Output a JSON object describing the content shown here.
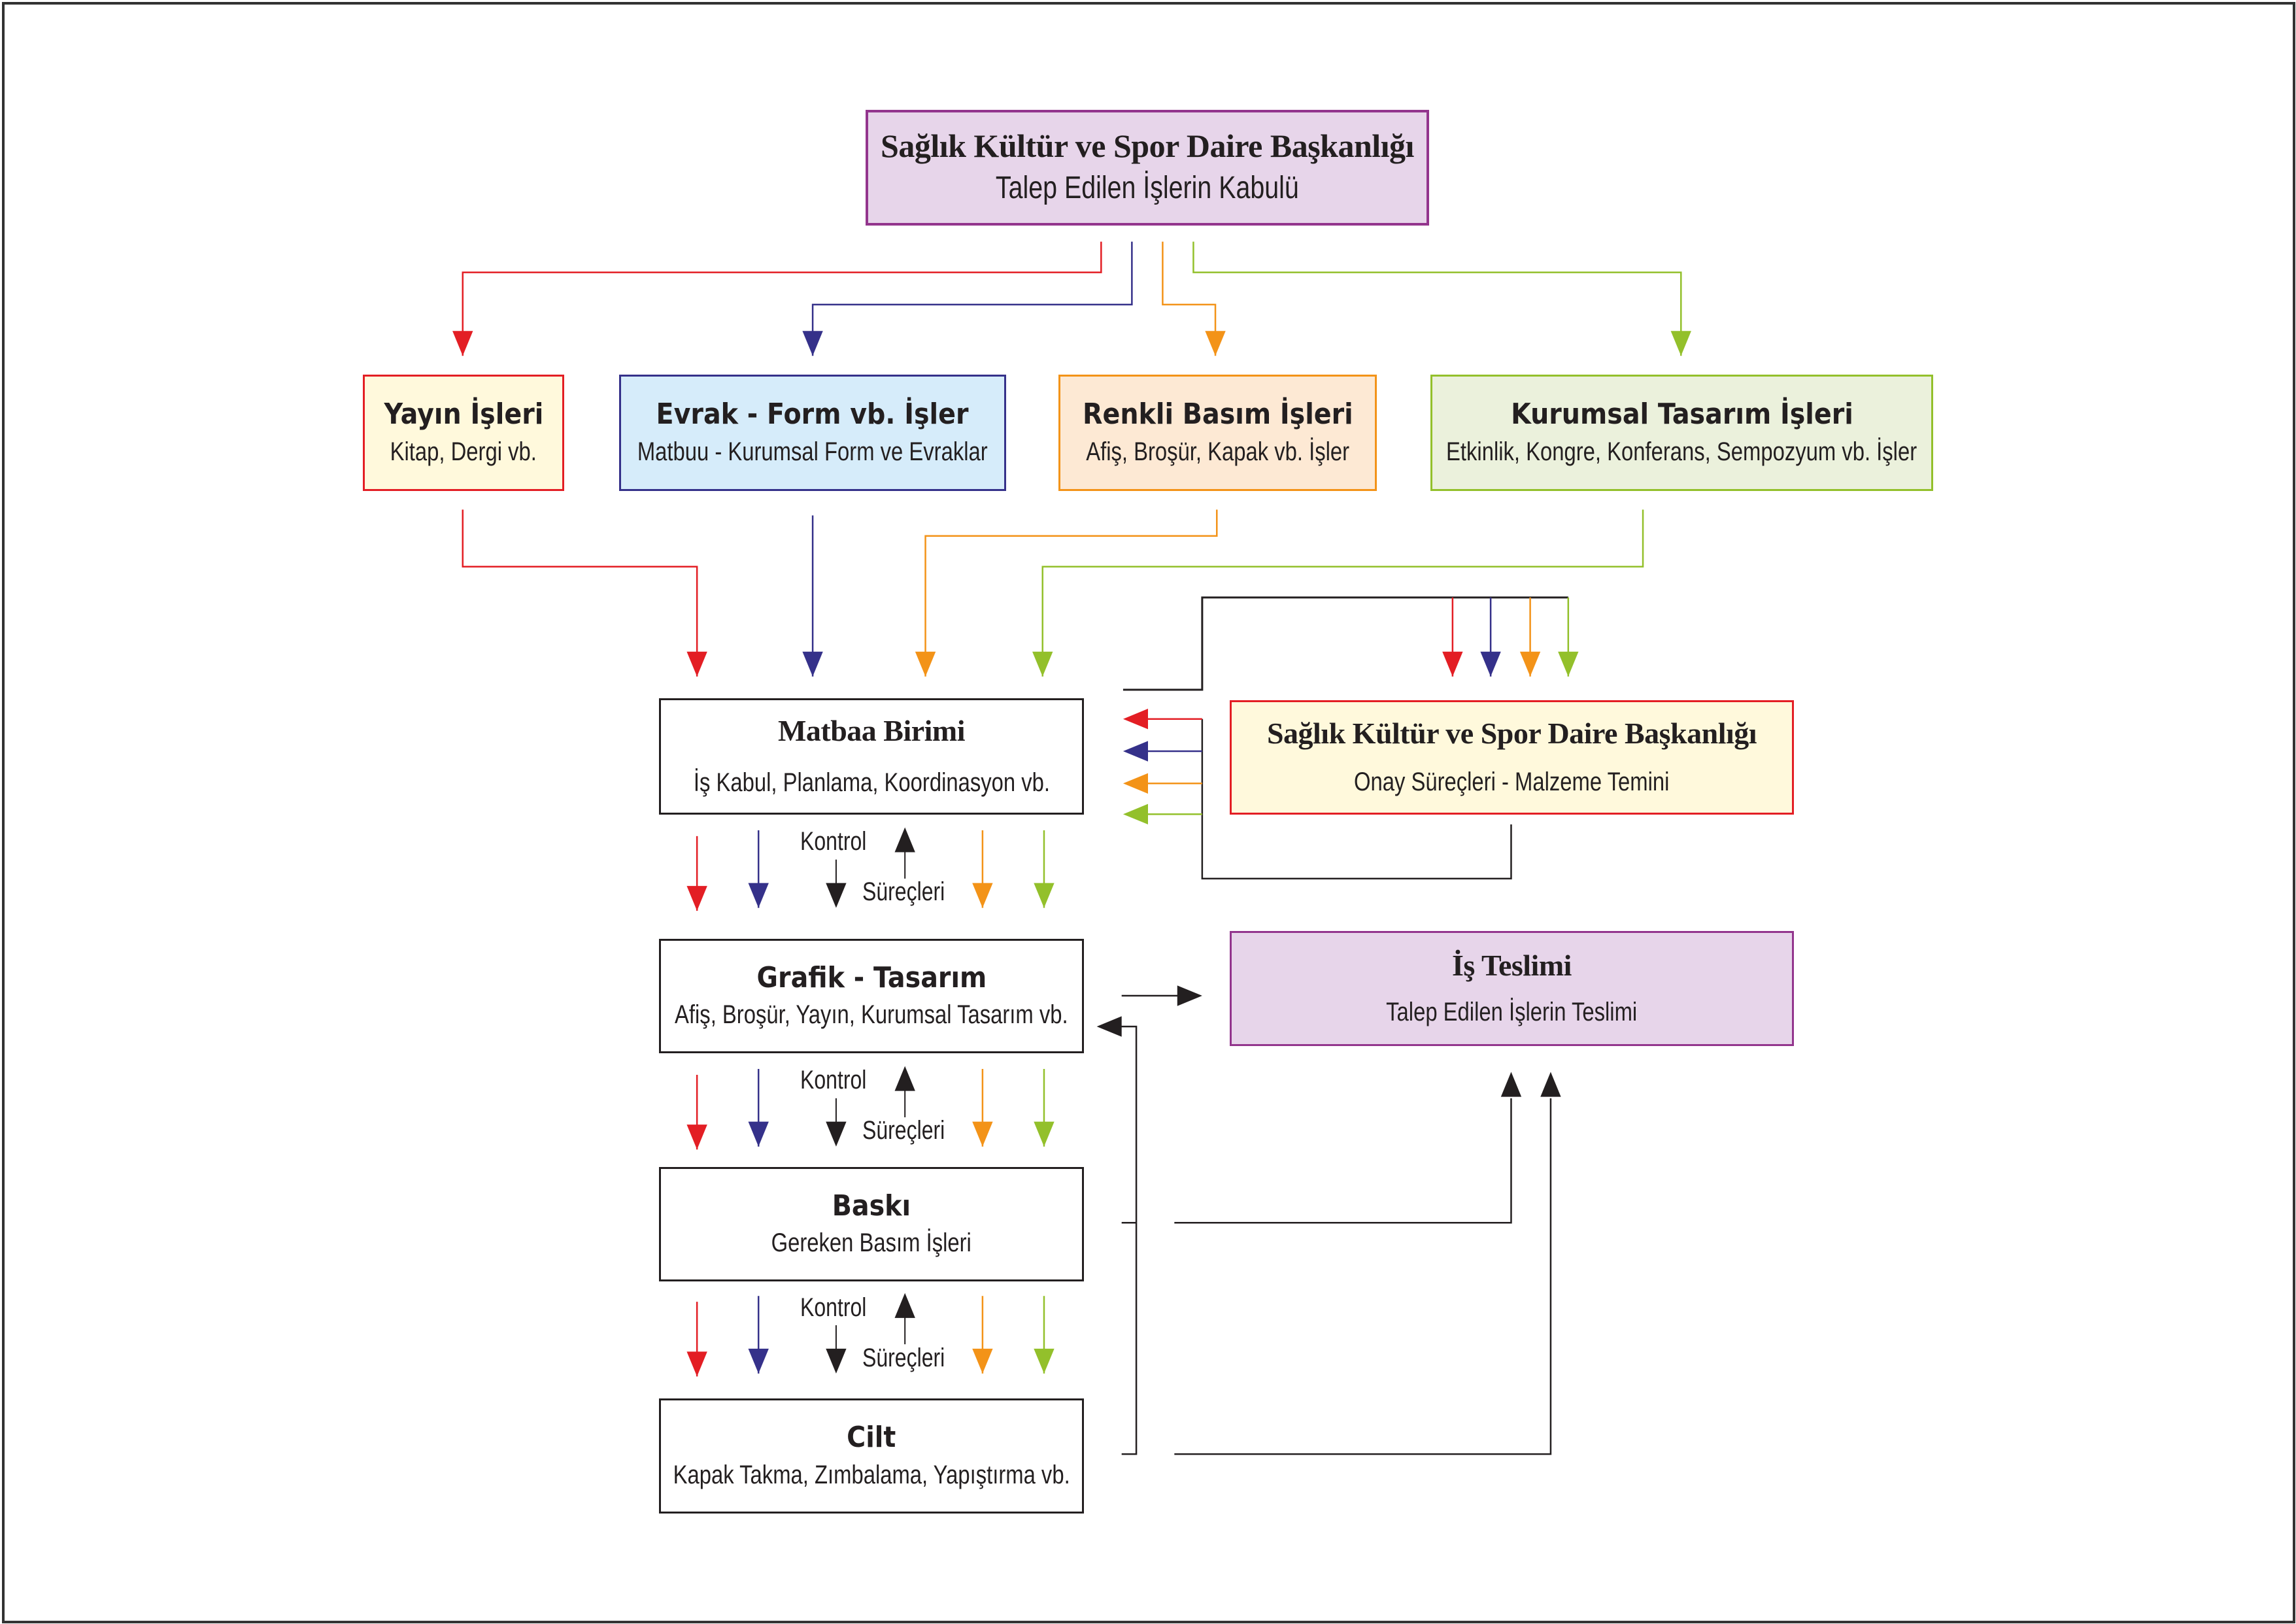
{
  "colors": {
    "red": "#e31e24",
    "navy": "#35318a",
    "orange": "#f39318",
    "green": "#93c02b",
    "black": "#231f20",
    "purple_border": "#93358d",
    "purple_fill": "#e7d5ea",
    "yellow_fill": "#fff9dc",
    "blue_fill": "#d6ecfa",
    "peach_fill": "#fde9d4",
    "green_fill": "#ebf1dc"
  },
  "top": {
    "title": "Sağlık Kültür ve Spor Daire Başkanlığı",
    "subtitle": "Talep Edilen İşlerin Kabulü"
  },
  "categories": [
    {
      "title": "Yayın İşleri",
      "subtitle": "Kitap, Dergi vb."
    },
    {
      "title": "Evrak - Form vb. İşler",
      "subtitle": "Matbuu - Kurumsal Form ve Evraklar"
    },
    {
      "title": "Renkli Basım İşleri",
      "subtitle": "Afiş, Broşür, Kapak vb. İşler"
    },
    {
      "title": "Kurumsal Tasarım İşleri",
      "subtitle": "Etkinlik, Kongre, Konferans, Sempozyum vb. İşler"
    }
  ],
  "matbaa": {
    "title": "Matbaa Birimi",
    "subtitle": "İş Kabul, Planlama, Koordinasyon vb."
  },
  "approval": {
    "title": "Sağlık Kültür ve Spor Daire Başkanlığı",
    "subtitle": "Onay Süreçleri - Malzeme Temini"
  },
  "grafik": {
    "title": "Grafik - Tasarım",
    "subtitle": "Afiş, Broşür, Yayın, Kurumsal Tasarım vb."
  },
  "delivery": {
    "title": "İş Teslimi",
    "subtitle": "Talep Edilen İşlerin Teslimi"
  },
  "baski": {
    "title": "Baskı",
    "subtitle": "Gereken Basım İşleri"
  },
  "cilt": {
    "title": "Cilt",
    "subtitle": "Kapak Takma, Zımbalama, Yapıştırma vb."
  },
  "control_label": {
    "line1": "Kontrol",
    "line2": "Süreçleri"
  }
}
